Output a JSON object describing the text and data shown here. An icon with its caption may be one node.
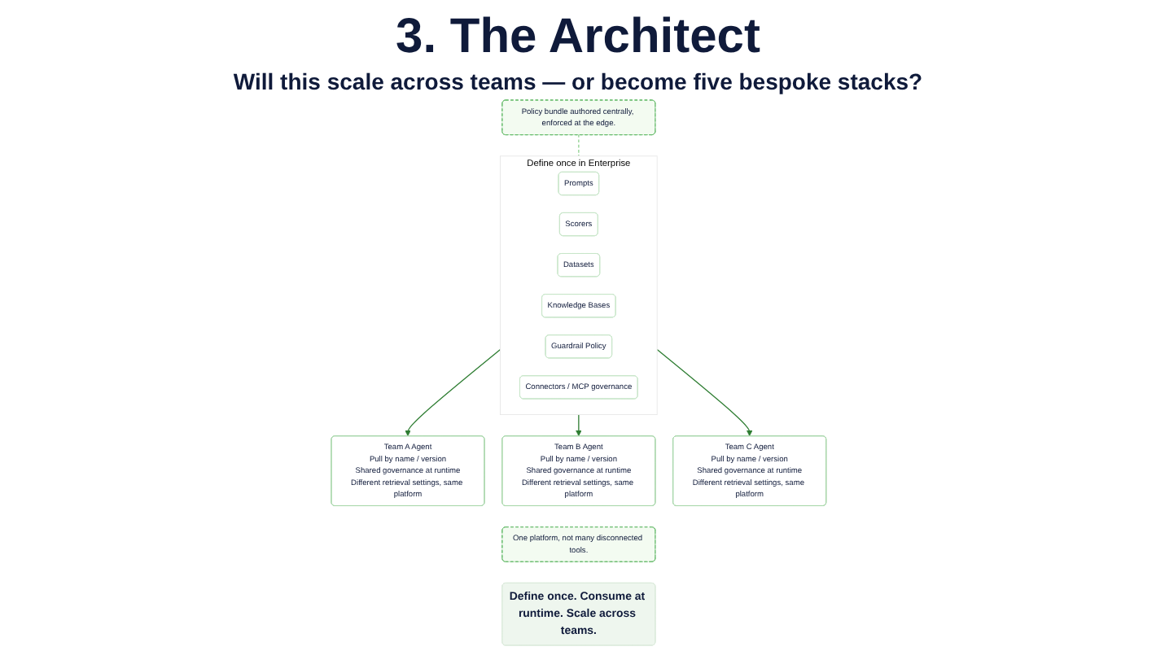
{
  "diagram": {
    "title": "3. The Architect",
    "nodes": [
      {
        "text": [
          "Define once in Enterprise"
        ]
      },
      {
        "text": [
          "Prompts"
        ],
        "in": 0
      },
      {
        "text": [
          "Scorers"
        ],
        "in": 0
      },
      {
        "text": [
          "Datasets"
        ],
        "in": 0
      },
      {
        "text": [
          "Knowledge Bases"
        ],
        "in": 0
      },
      {
        "text": [
          "Guardrail Policy"
        ],
        "in": 0
      },
      {
        "text": [
          "Connectors / MCP governance"
        ],
        "in": 0
      },
      {
        "text": [
          "Policy bundle authored centrally, enforced at the edge."
        ]
      },
      {
        "text": [
          "Team A Agent",
          "Pull by name / version",
          "Shared governance at runtime",
          "Different retrieval settings, same platform"
        ]
      },
      {
        "text": [
          "Team B Agent",
          "Pull by name / version",
          "Shared governance at runtime",
          "Different retrieval settings, same platform"
        ]
      },
      {
        "text": [
          "Team C Agent",
          "Pull by name / version",
          "Shared governance at runtime",
          "Different retrieval settings, same platform"
        ]
      },
      {
        "text": [
          "One platform, not many disconnected tools."
        ]
      },
      {
        "text": [
          "Define once. Consume at runtime. Scale across teams."
        ]
      }
    ],
    "edges": [
      {
        "from": 0,
        "to": 8,
        "arrow": "to"
      },
      {
        "from": 0,
        "to": 9,
        "arrow": "to"
      },
      {
        "from": 0,
        "to": 10,
        "arrow": "to"
      },
      {
        "from": 7,
        "to": 0,
        "arrow": "none",
        "style": "dashed",
        "color": "#8fd18f"
      }
    ],
    "labels": [
      "Will this scale across teams — or become five bespoke stacks?"
    ]
  }
}
